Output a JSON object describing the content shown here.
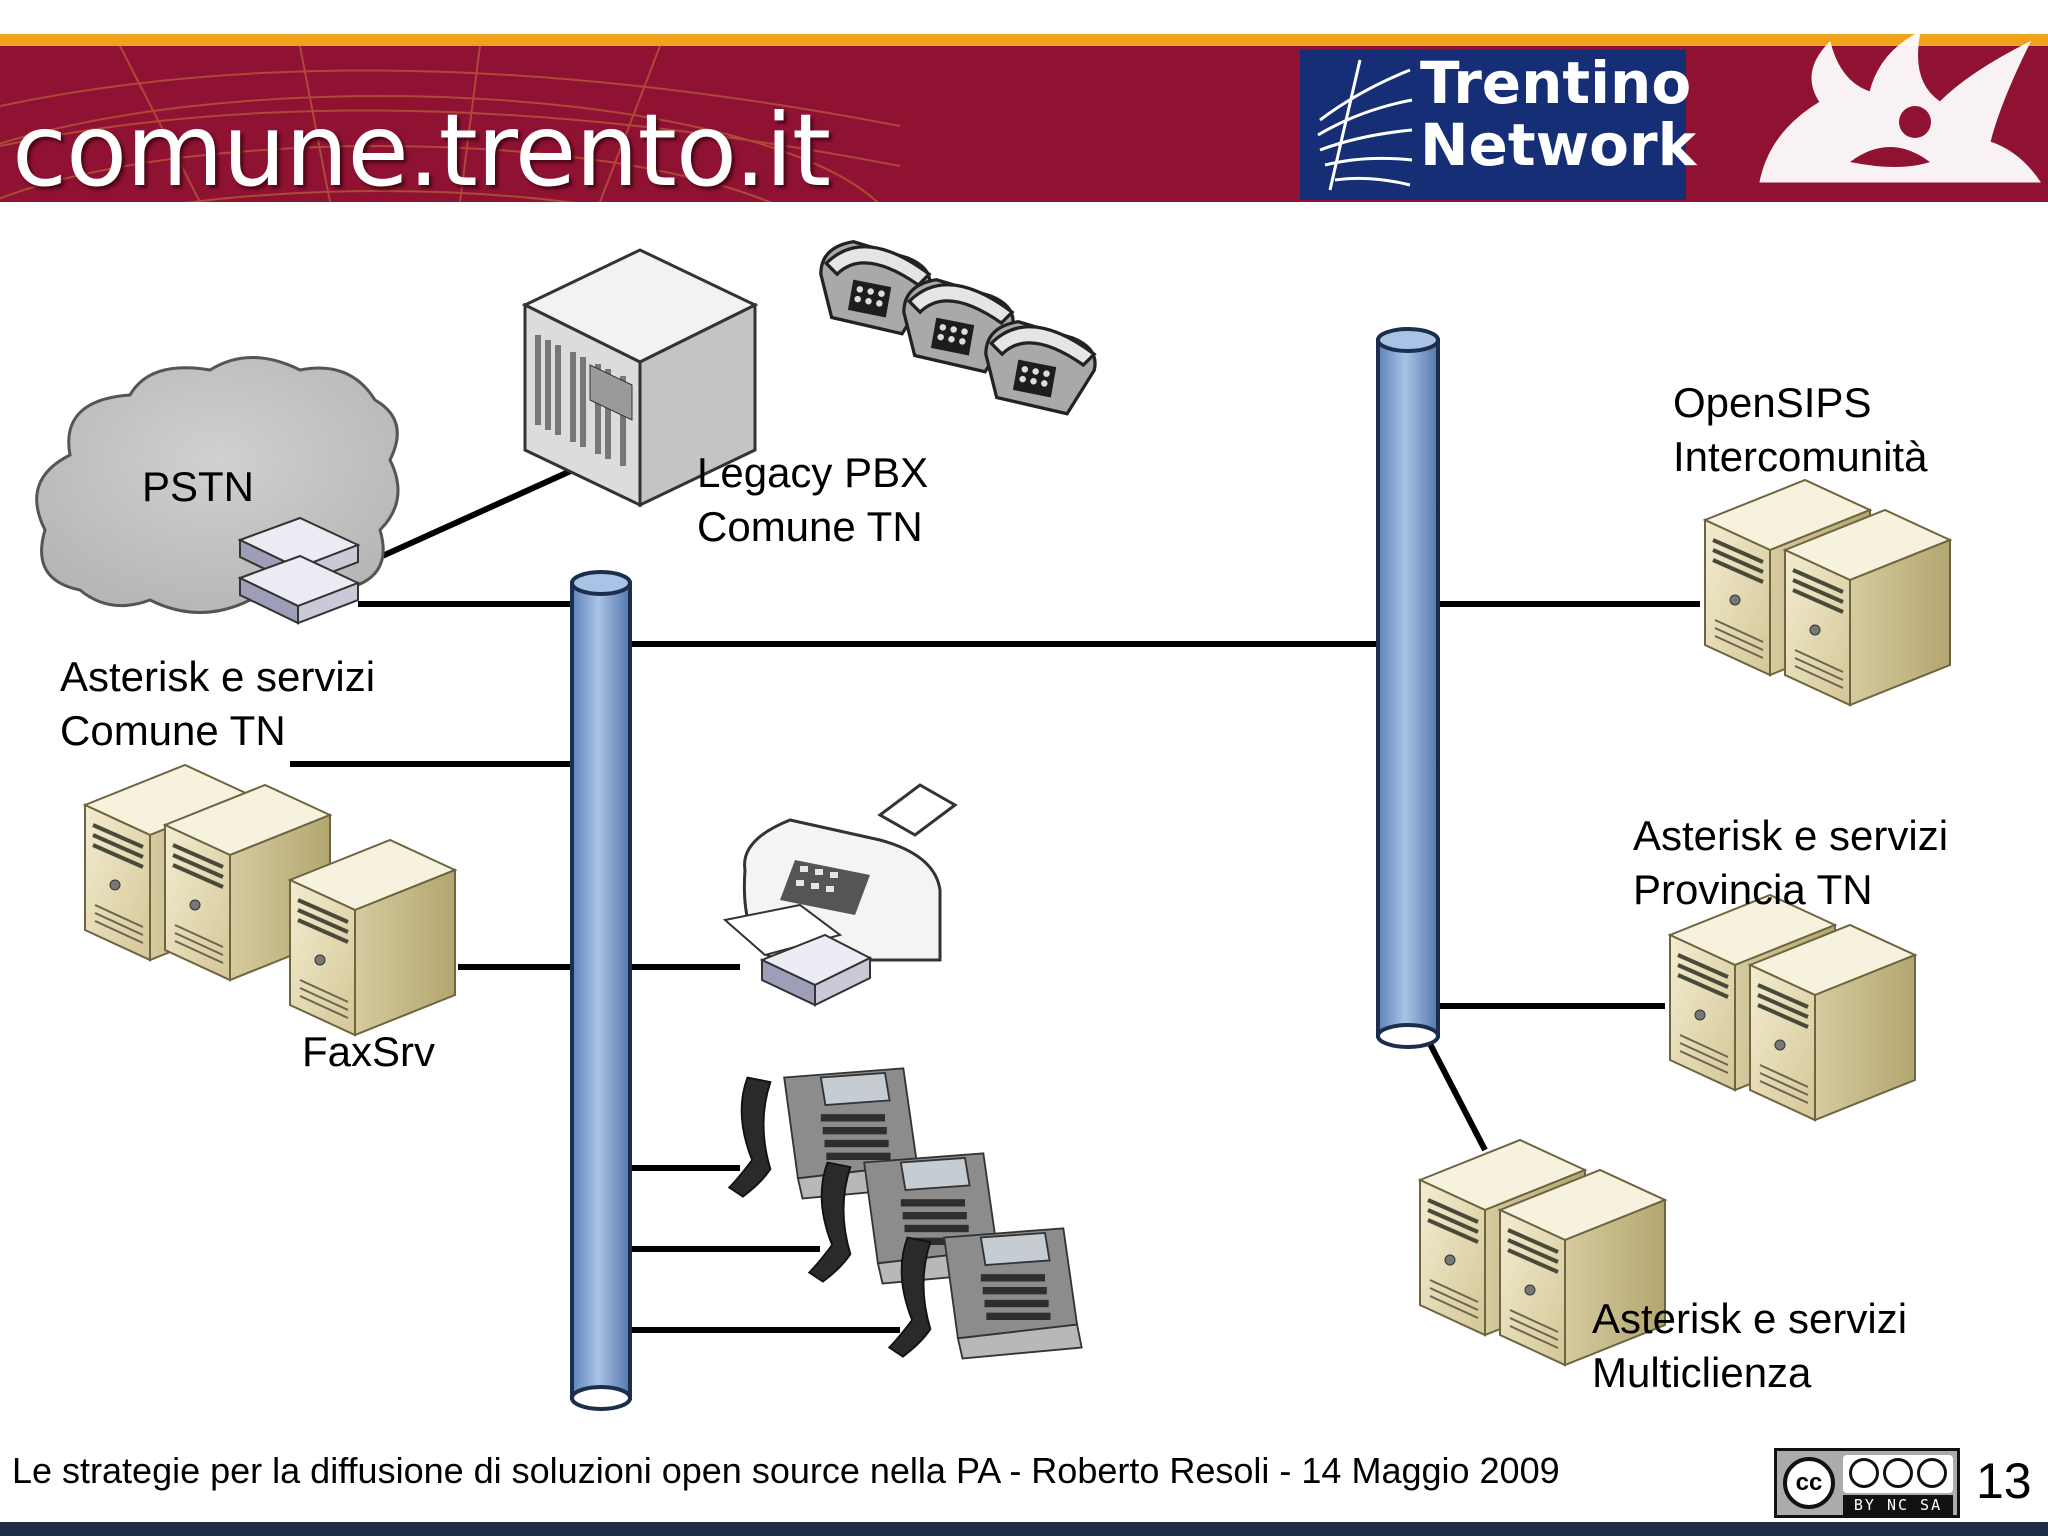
{
  "header": {
    "brand_text": "comune.trento.it",
    "logo_line1": "Trentino",
    "logo_line2": "Network"
  },
  "diagram": {
    "labels": {
      "pstn": "PSTN",
      "legacy_pbx_line1": "Legacy PBX",
      "legacy_pbx_line2": "Comune TN",
      "asterisk_comune_line1": "Asterisk e servizi",
      "asterisk_comune_line2": "Comune TN",
      "faxsrv": "FaxSrv",
      "opensips_line1": "OpenSIPS",
      "opensips_line2": "Intercomunità",
      "asterisk_provincia_line1": "Asterisk e servizi",
      "asterisk_provincia_line2": "Provincia TN",
      "asterisk_multi_line1": "Asterisk e servizi",
      "asterisk_multi_line2": "Multiclienza"
    }
  },
  "footer": {
    "text": "Le strategie per la diffusione di soluzioni open source nella PA - Roberto Resoli - 14 Maggio 2009",
    "license_cc": "cc",
    "license_mods": "BY NC SA",
    "page_number": "13"
  },
  "colors": {
    "header_band": "#8f1233",
    "header_accent": "#f2a21a",
    "logo_bg": "#152e75",
    "bus_fill": "#8fb0d8"
  },
  "icons": [
    "cloud-icon",
    "pbx-icon",
    "analog-phone-icon",
    "modem-icon",
    "server-icon",
    "fax-icon",
    "ip-phone-icon",
    "cc-license-icon"
  ]
}
